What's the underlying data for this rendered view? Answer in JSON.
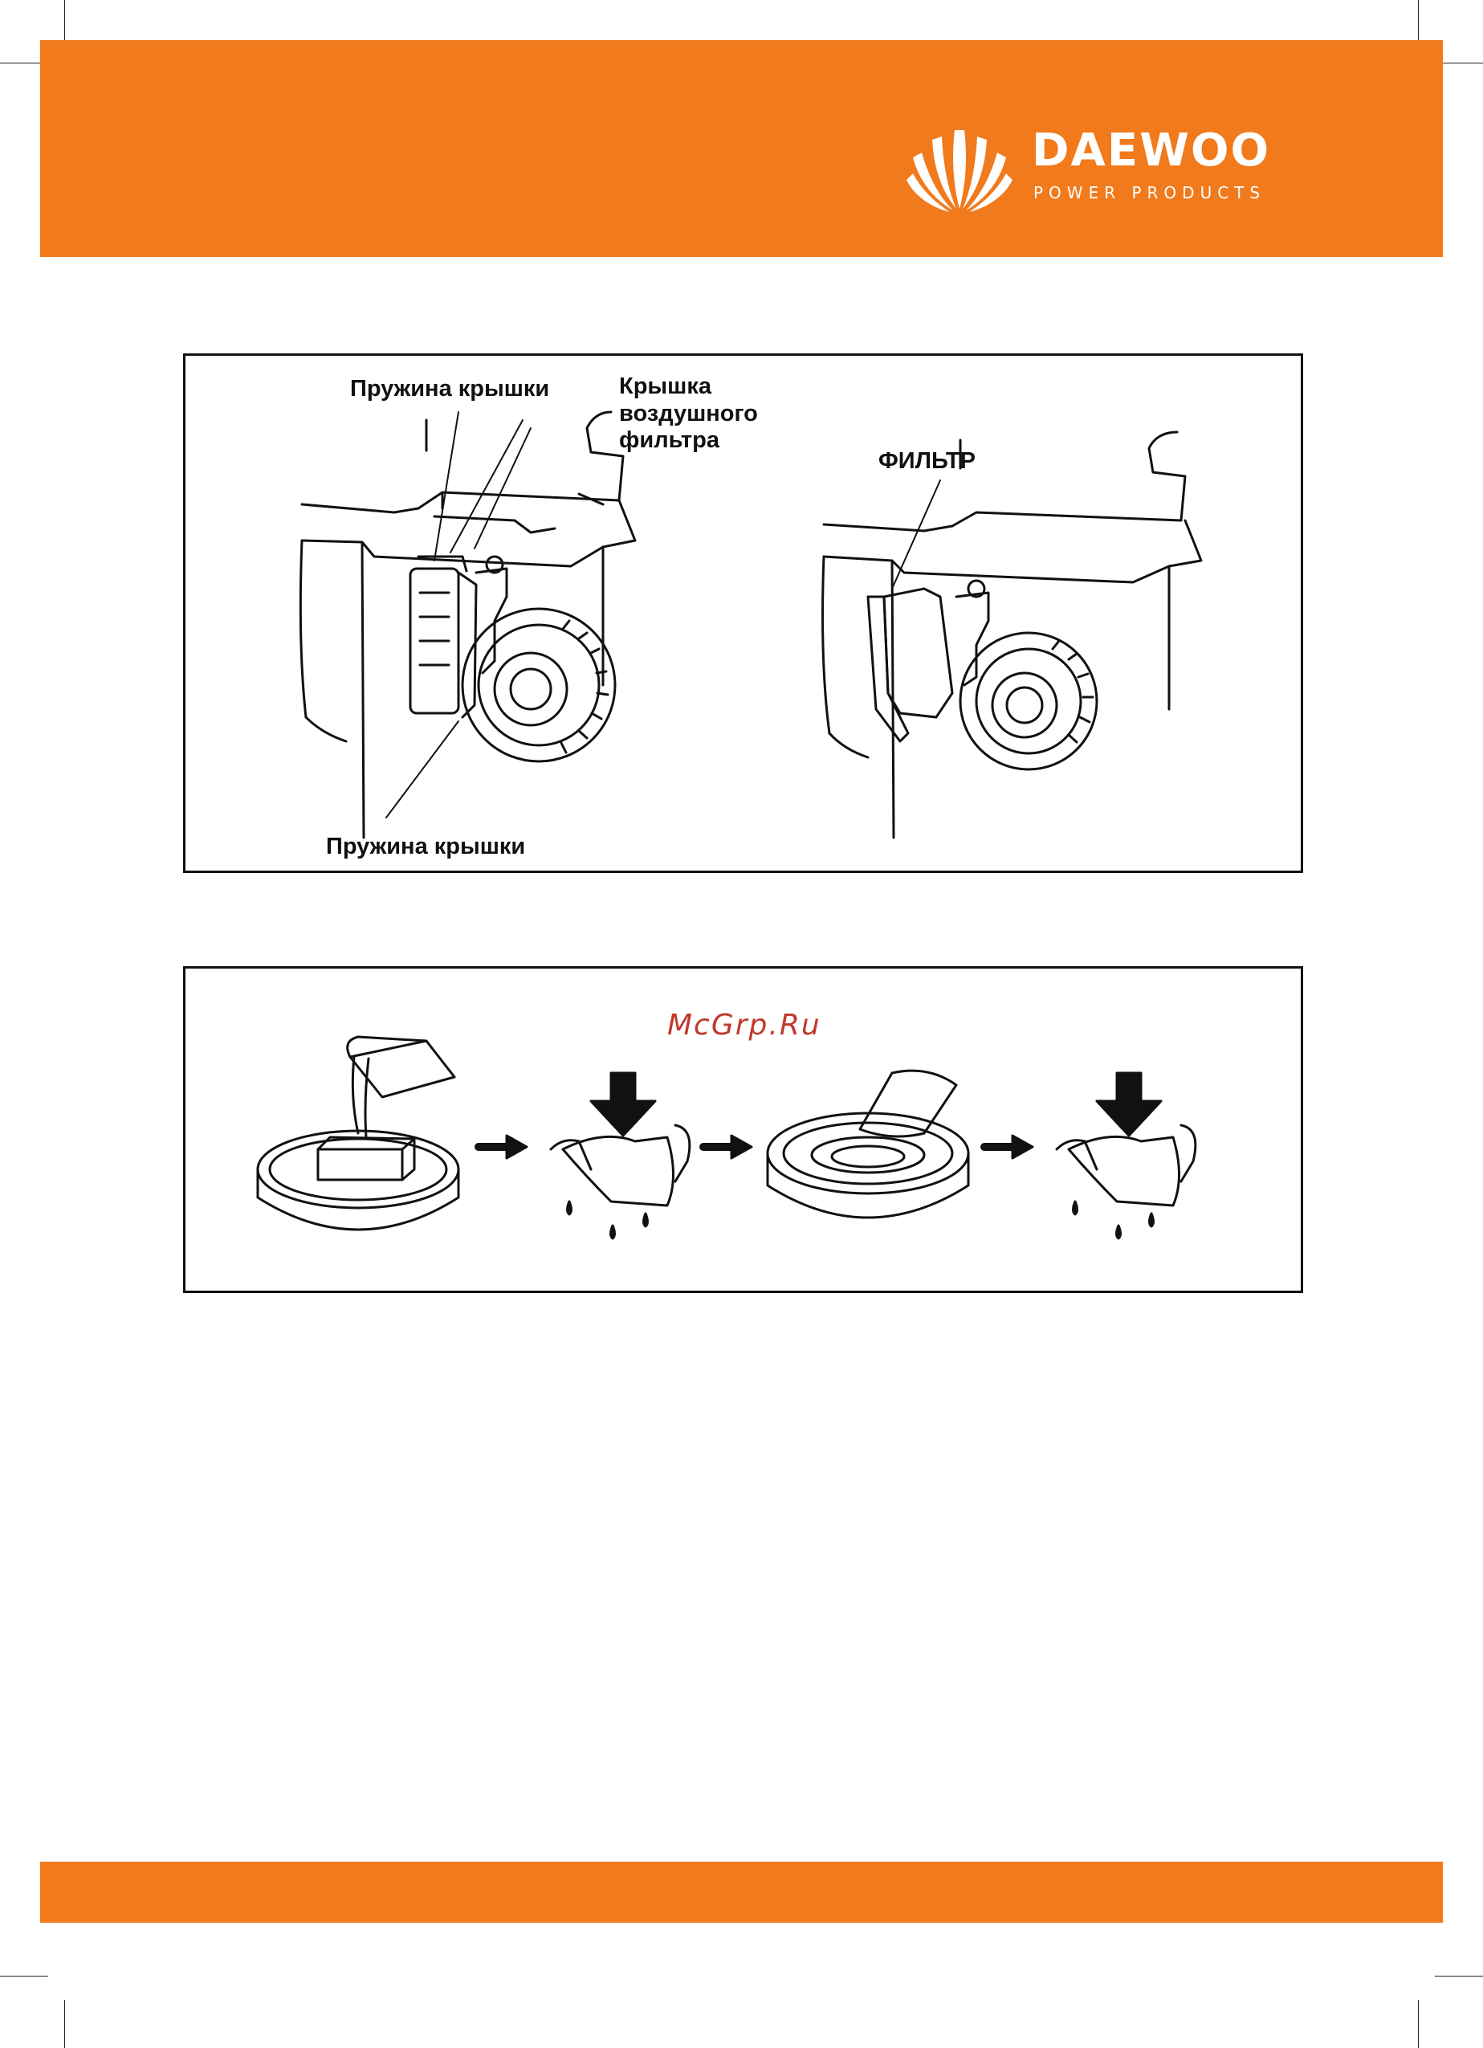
{
  "header": {
    "brand": "DAEWOO",
    "tagline": "POWER PRODUCTS",
    "band_color": "#f07a1c"
  },
  "figure_1": {
    "labels": {
      "spring_top": "Пружина крышки",
      "air_filter_cover": "Крышка\nвоздушного\nфильтра",
      "filter": "ФИЛЬТР",
      "spring_bottom": "Пружина крышки"
    }
  },
  "figure_2": {
    "watermark": "McGrp.Ru"
  }
}
